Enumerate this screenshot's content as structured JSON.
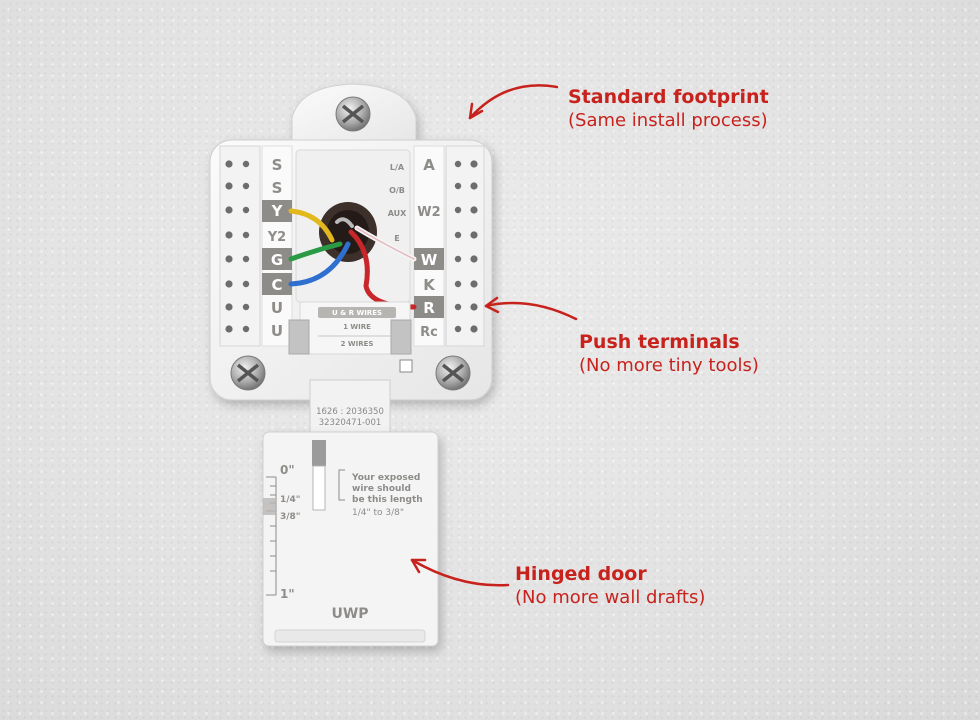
{
  "callouts": [
    {
      "title": "Standard footprint",
      "subtitle": "(Same install process)"
    },
    {
      "title": "Push terminals",
      "subtitle": "(No more tiny tools)"
    },
    {
      "title": "Hinged door",
      "subtitle": "(No more wall drafts)"
    }
  ],
  "terminals": {
    "left": [
      "S",
      "S",
      "Y",
      "Y2",
      "G",
      "C",
      "U",
      "U"
    ],
    "right_codes": [
      "L/A",
      "O/B",
      "AUX",
      "E"
    ],
    "right": [
      "A",
      "W2",
      "W",
      "K",
      "R",
      "Rc"
    ]
  },
  "plate": {
    "wire_header": "U & R WIRES",
    "one_wire": "1 WIRE",
    "two_wires": "2 WIRES",
    "model_code": "1626 : 2036350",
    "part_number": "32320471-001"
  },
  "door": {
    "scale_0": "0\"",
    "scale_quarter": "1/4\"",
    "scale_three_eighths": "3/8\"",
    "scale_1": "1\"",
    "note": [
      "Your exposed",
      "wire should",
      "be this length"
    ],
    "range": "1/4\" to 3/8\"",
    "brand": "UWP"
  },
  "colors": {
    "accent": "#c8221d",
    "wire_yellow": "#e2b81c",
    "wire_green": "#2a9a45",
    "wire_blue": "#2f6fd0",
    "wire_red": "#c8262a",
    "wire_white": "#f4f4f4",
    "terminal_tag": "#8e8c89"
  }
}
